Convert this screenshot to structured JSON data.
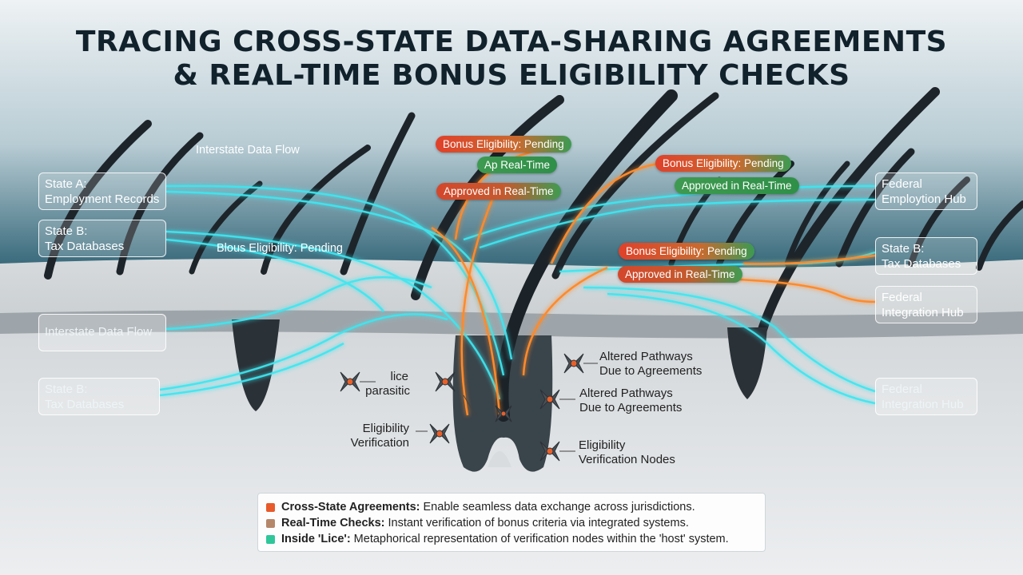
{
  "title": {
    "line1": "TRACING CROSS-STATE DATA-SHARING AGREEMENTS",
    "line2": "& REAL-TIME BONUS ELIGIBILITY CHECKS"
  },
  "left_boxes": [
    {
      "line1": "State A:",
      "line2": "Employment Records"
    },
    {
      "line1": "State B:",
      "line2": "Tax Databases"
    },
    {
      "line1": "Interstate Data Flow",
      "line2": ""
    },
    {
      "line1": "State B:",
      "line2": "Tax Databases"
    }
  ],
  "right_boxes": [
    {
      "line1": "Federal",
      "line2": "Employtion Hub"
    },
    {
      "line1": "State B:",
      "line2": "Tax Databases"
    },
    {
      "line1": "Federal",
      "line2": "Integration Hub"
    },
    {
      "line1": "Federal",
      "line2": "Integration Hub"
    }
  ],
  "flow_labels": {
    "top": "Interstate Data Flow",
    "mid": "Blous Eligibility: Pending"
  },
  "pills": [
    {
      "text": "Bonus Eligibility: Pending",
      "style": "red"
    },
    {
      "text": "Ap Real-Time",
      "style": "green"
    },
    {
      "text": "Approved in Real-Time",
      "style": "redgreen"
    },
    {
      "text": "Bonus Eligibility: Pending",
      "style": "red"
    },
    {
      "text": "Approved in Real-Time",
      "style": "green"
    },
    {
      "text": "Bonus Eligibility: Pending",
      "style": "red"
    },
    {
      "text": "Approved in Real-Time",
      "style": "redgreen"
    }
  ],
  "node_labels": [
    {
      "line1": "lice",
      "line2": "parasitic"
    },
    {
      "line1": "Eligibility",
      "line2": "Verification"
    },
    {
      "line1": "Altered Pathways",
      "line2": "Due to Agreements"
    },
    {
      "line1": "Altered Pathways",
      "line2": "Due to Agreements"
    },
    {
      "line1": "Eligibility",
      "line2": "Verification Nodes"
    }
  ],
  "legend": [
    {
      "term": "Cross-State Agreements:",
      "desc": "Enable seamless data exchange across jurisdictions.",
      "color": "#e85a2a"
    },
    {
      "term": "Real-Time Checks:",
      "desc": "Instant verification of bonus criteria via integrated systems.",
      "color": "#b5876a"
    },
    {
      "term": "Inside 'Lice':",
      "desc": "Metaphorical representation of verification nodes within the 'host' system.",
      "color": "#2fc79a"
    }
  ],
  "colors": {
    "cyan": "#3fe6f0",
    "orange": "#ff8a2a",
    "hair": "#1d242a"
  }
}
